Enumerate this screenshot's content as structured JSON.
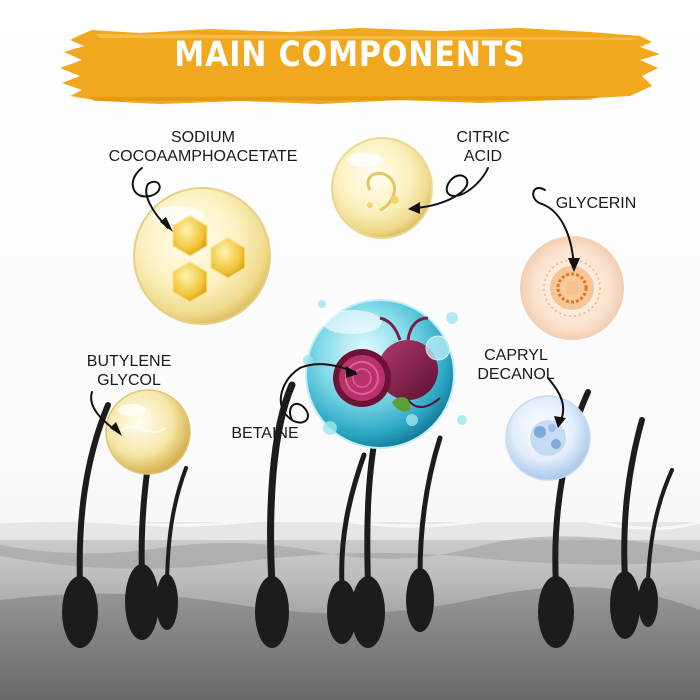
{
  "banner": {
    "title": "MAIN COMPONENTS",
    "color": "#f2a81e",
    "text_color": "#ffffff"
  },
  "ingredients": [
    {
      "id": "sodium",
      "line1": "SODIUM",
      "line2": "COCOAAMPHOACETATE",
      "icon": "honeycomb-bubble-icon"
    },
    {
      "id": "citric",
      "line1": "CITRIC",
      "line2": "ACID",
      "icon": "citric-bubble-icon"
    },
    {
      "id": "glycerin",
      "line1": "GLYCERIN",
      "icon": "glycerin-bubble-icon"
    },
    {
      "id": "butylene",
      "line1": "BUTYLENE",
      "line2": "GLYCOL",
      "icon": "glycol-bubble-icon"
    },
    {
      "id": "betaine",
      "line1": "BETAINE",
      "icon": "beetroot-bubble-icon"
    },
    {
      "id": "capryl",
      "line1": "CAPRYL",
      "line2": "DECANOL",
      "icon": "decanol-bubble-icon"
    }
  ],
  "colors": {
    "arrow": "#111111",
    "hair": "#1c1c1c",
    "skin_top": "#dcdcdc",
    "skin_bottom": "#6f6f6f"
  }
}
